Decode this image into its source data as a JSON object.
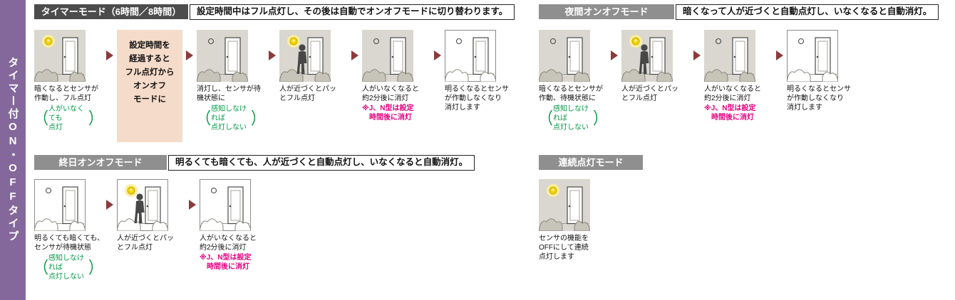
{
  "sidebar": {
    "label": "タイマー付ON・OFFタイプ"
  },
  "colors": {
    "sidebar_purple": "#84689b",
    "arrow_maroon": "#8d3a3a",
    "green_note": "#009944",
    "pink_note": "#e4007f",
    "header_dark": "#4c4c4c",
    "header_gray": "#8f8f8f",
    "note_box_bg": "#f5dbc9",
    "lamp_yellow": "#f5d400"
  },
  "sections": [
    {
      "title": "タイマーモード（6時間／8時間）",
      "description": "設定時間中はフル点灯し、その後は自動でオンオフモードに切り替わります。",
      "steps": [
        {
          "caption": "暗くなるとセンサが\n作動し、フル点灯",
          "green": "人がいなくても\n点灯",
          "scene": {
            "day": false,
            "lamp": true,
            "person": false
          }
        },
        {
          "note": "設定時間を\n経過すると\nフル点灯から\nオンオフ\nモードに"
        },
        {
          "caption": "消灯し、センサが待\n機状態に",
          "green": "感知しなければ\n点灯しない",
          "scene": {
            "day": false,
            "lamp": false,
            "person": false
          }
        },
        {
          "caption": "人が近づくとパッ\nとフル点灯",
          "scene": {
            "day": false,
            "lamp": true,
            "person": true
          }
        },
        {
          "caption": "人がいなくなると\n約2分後に消灯",
          "pink": "※J、N型は設定\n　時間後に消灯",
          "scene": {
            "day": false,
            "lamp": false,
            "person": false
          }
        },
        {
          "caption": "明るくなるとセンサ\nが作動しなくなり\n消灯します",
          "scene": {
            "day": true,
            "lamp": false,
            "person": false
          }
        }
      ]
    },
    {
      "title": "夜間オンオフモード",
      "description": "暗くなって人が近づくと自動点灯し、いなくなると自動消灯。",
      "steps": [
        {
          "caption": "暗くなるとセンサが\n作動、待機状態に",
          "green": "感知しなければ\n点灯しない",
          "scene": {
            "day": false,
            "lamp": false,
            "person": false
          }
        },
        {
          "caption": "人が近づくとパッ\nとフル点灯",
          "scene": {
            "day": false,
            "lamp": true,
            "person": true
          }
        },
        {
          "caption": "人がいなくなると\n約2分後に消灯",
          "pink": "※J、N型は設定\n　時間後に消灯",
          "scene": {
            "day": false,
            "lamp": false,
            "person": false
          }
        },
        {
          "caption": "明るくなるとセンサ\nが作動しなくなり\n消灯します",
          "scene": {
            "day": true,
            "lamp": false,
            "person": false
          }
        }
      ]
    },
    {
      "title": "終日オンオフモード",
      "description": "明るくても暗くても、人が近づくと自動点灯し、いなくなると自動消灯。",
      "steps": [
        {
          "caption": "明るくても暗くても、\nセンサが待機状態",
          "green": "感知しなければ\n点灯しない",
          "scene": {
            "day": true,
            "lamp": false,
            "person": false
          }
        },
        {
          "caption": "人が近づくとパッ\nとフル点灯",
          "scene": {
            "day": true,
            "lamp": true,
            "person": true
          }
        },
        {
          "caption": "人がいなくなると\n約2分後に消灯",
          "pink": "※J、N型は設定\n　時間後に消灯",
          "scene": {
            "day": true,
            "lamp": false,
            "person": false
          }
        }
      ]
    },
    {
      "title": "連続点灯モード",
      "steps": [
        {
          "caption": "センサの機能を\nOFFにして連続\n点灯します",
          "scene": {
            "day": false,
            "lamp": true,
            "person": false
          }
        }
      ]
    }
  ]
}
